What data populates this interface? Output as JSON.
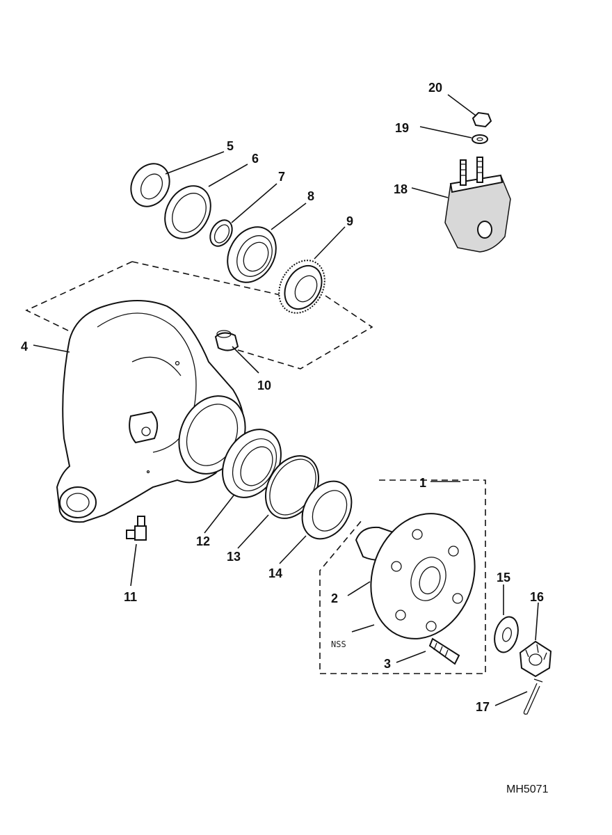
{
  "diagram": {
    "reference_code": "MH5071",
    "annotation_nss": "NSS",
    "callouts": [
      {
        "id": "c1",
        "label": "1"
      },
      {
        "id": "c2",
        "label": "2"
      },
      {
        "id": "c3",
        "label": "3"
      },
      {
        "id": "c4",
        "label": "4"
      },
      {
        "id": "c5",
        "label": "5"
      },
      {
        "id": "c6",
        "label": "6"
      },
      {
        "id": "c7",
        "label": "7"
      },
      {
        "id": "c8",
        "label": "8"
      },
      {
        "id": "c9",
        "label": "9"
      },
      {
        "id": "c10",
        "label": "10"
      },
      {
        "id": "c11",
        "label": "11"
      },
      {
        "id": "c12",
        "label": "12"
      },
      {
        "id": "c13",
        "label": "13"
      },
      {
        "id": "c14",
        "label": "14"
      },
      {
        "id": "c15",
        "label": "15"
      },
      {
        "id": "c16",
        "label": "16"
      },
      {
        "id": "c17",
        "label": "17"
      },
      {
        "id": "c18",
        "label": "18"
      },
      {
        "id": "c19",
        "label": "19"
      },
      {
        "id": "c20",
        "label": "20"
      }
    ]
  }
}
